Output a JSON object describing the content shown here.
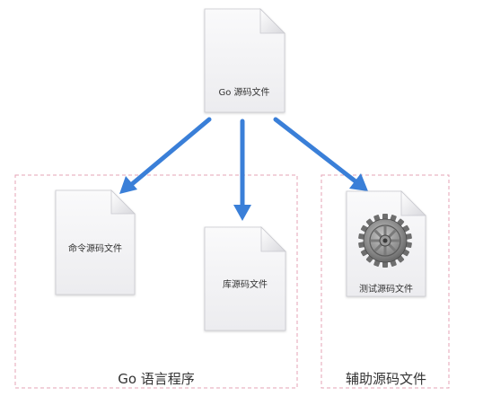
{
  "nodes": {
    "source": {
      "label": "Go 源码文件"
    },
    "command": {
      "label": "命令源码文件"
    },
    "library": {
      "label": "库源码文件"
    },
    "test": {
      "label": "测试源码文件"
    }
  },
  "groups": {
    "program": {
      "label": "Go 语言程序"
    },
    "auxiliary": {
      "label": "辅助源码文件"
    }
  },
  "colors": {
    "arrow": "#3a7fd8",
    "group_border": "#e5a3b6",
    "doc_fill": "#f3f3f5",
    "doc_edge": "#c9c9cf"
  },
  "icons": {
    "test": "gear-icon"
  }
}
